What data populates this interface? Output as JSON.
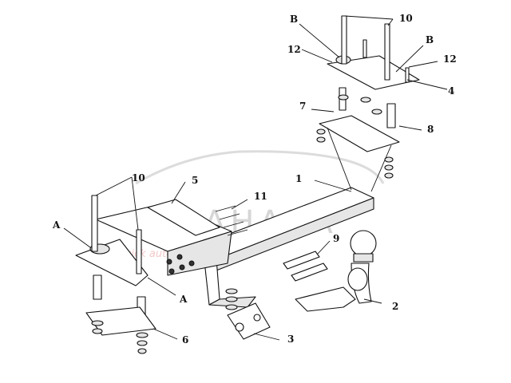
{
  "watermark": {
    "brand": "AHAKA",
    "tagline": "quick auto search"
  },
  "callouts": {
    "n1": "1",
    "n2": "2",
    "n3": "3",
    "n4": "4",
    "n5": "5",
    "n6": "6",
    "n7": "7",
    "n8": "8",
    "n9": "9",
    "n10_top": "10",
    "n10_left": "10",
    "n11": "11",
    "n12_left": "12",
    "n12_right": "12",
    "a_left": "A",
    "a_bottom": "A",
    "b_left": "B",
    "b_right": "B"
  },
  "colors": {
    "ink": "#111111",
    "watermark": "#d6d6d6",
    "watermark_tagline": "#f3c8c8"
  }
}
